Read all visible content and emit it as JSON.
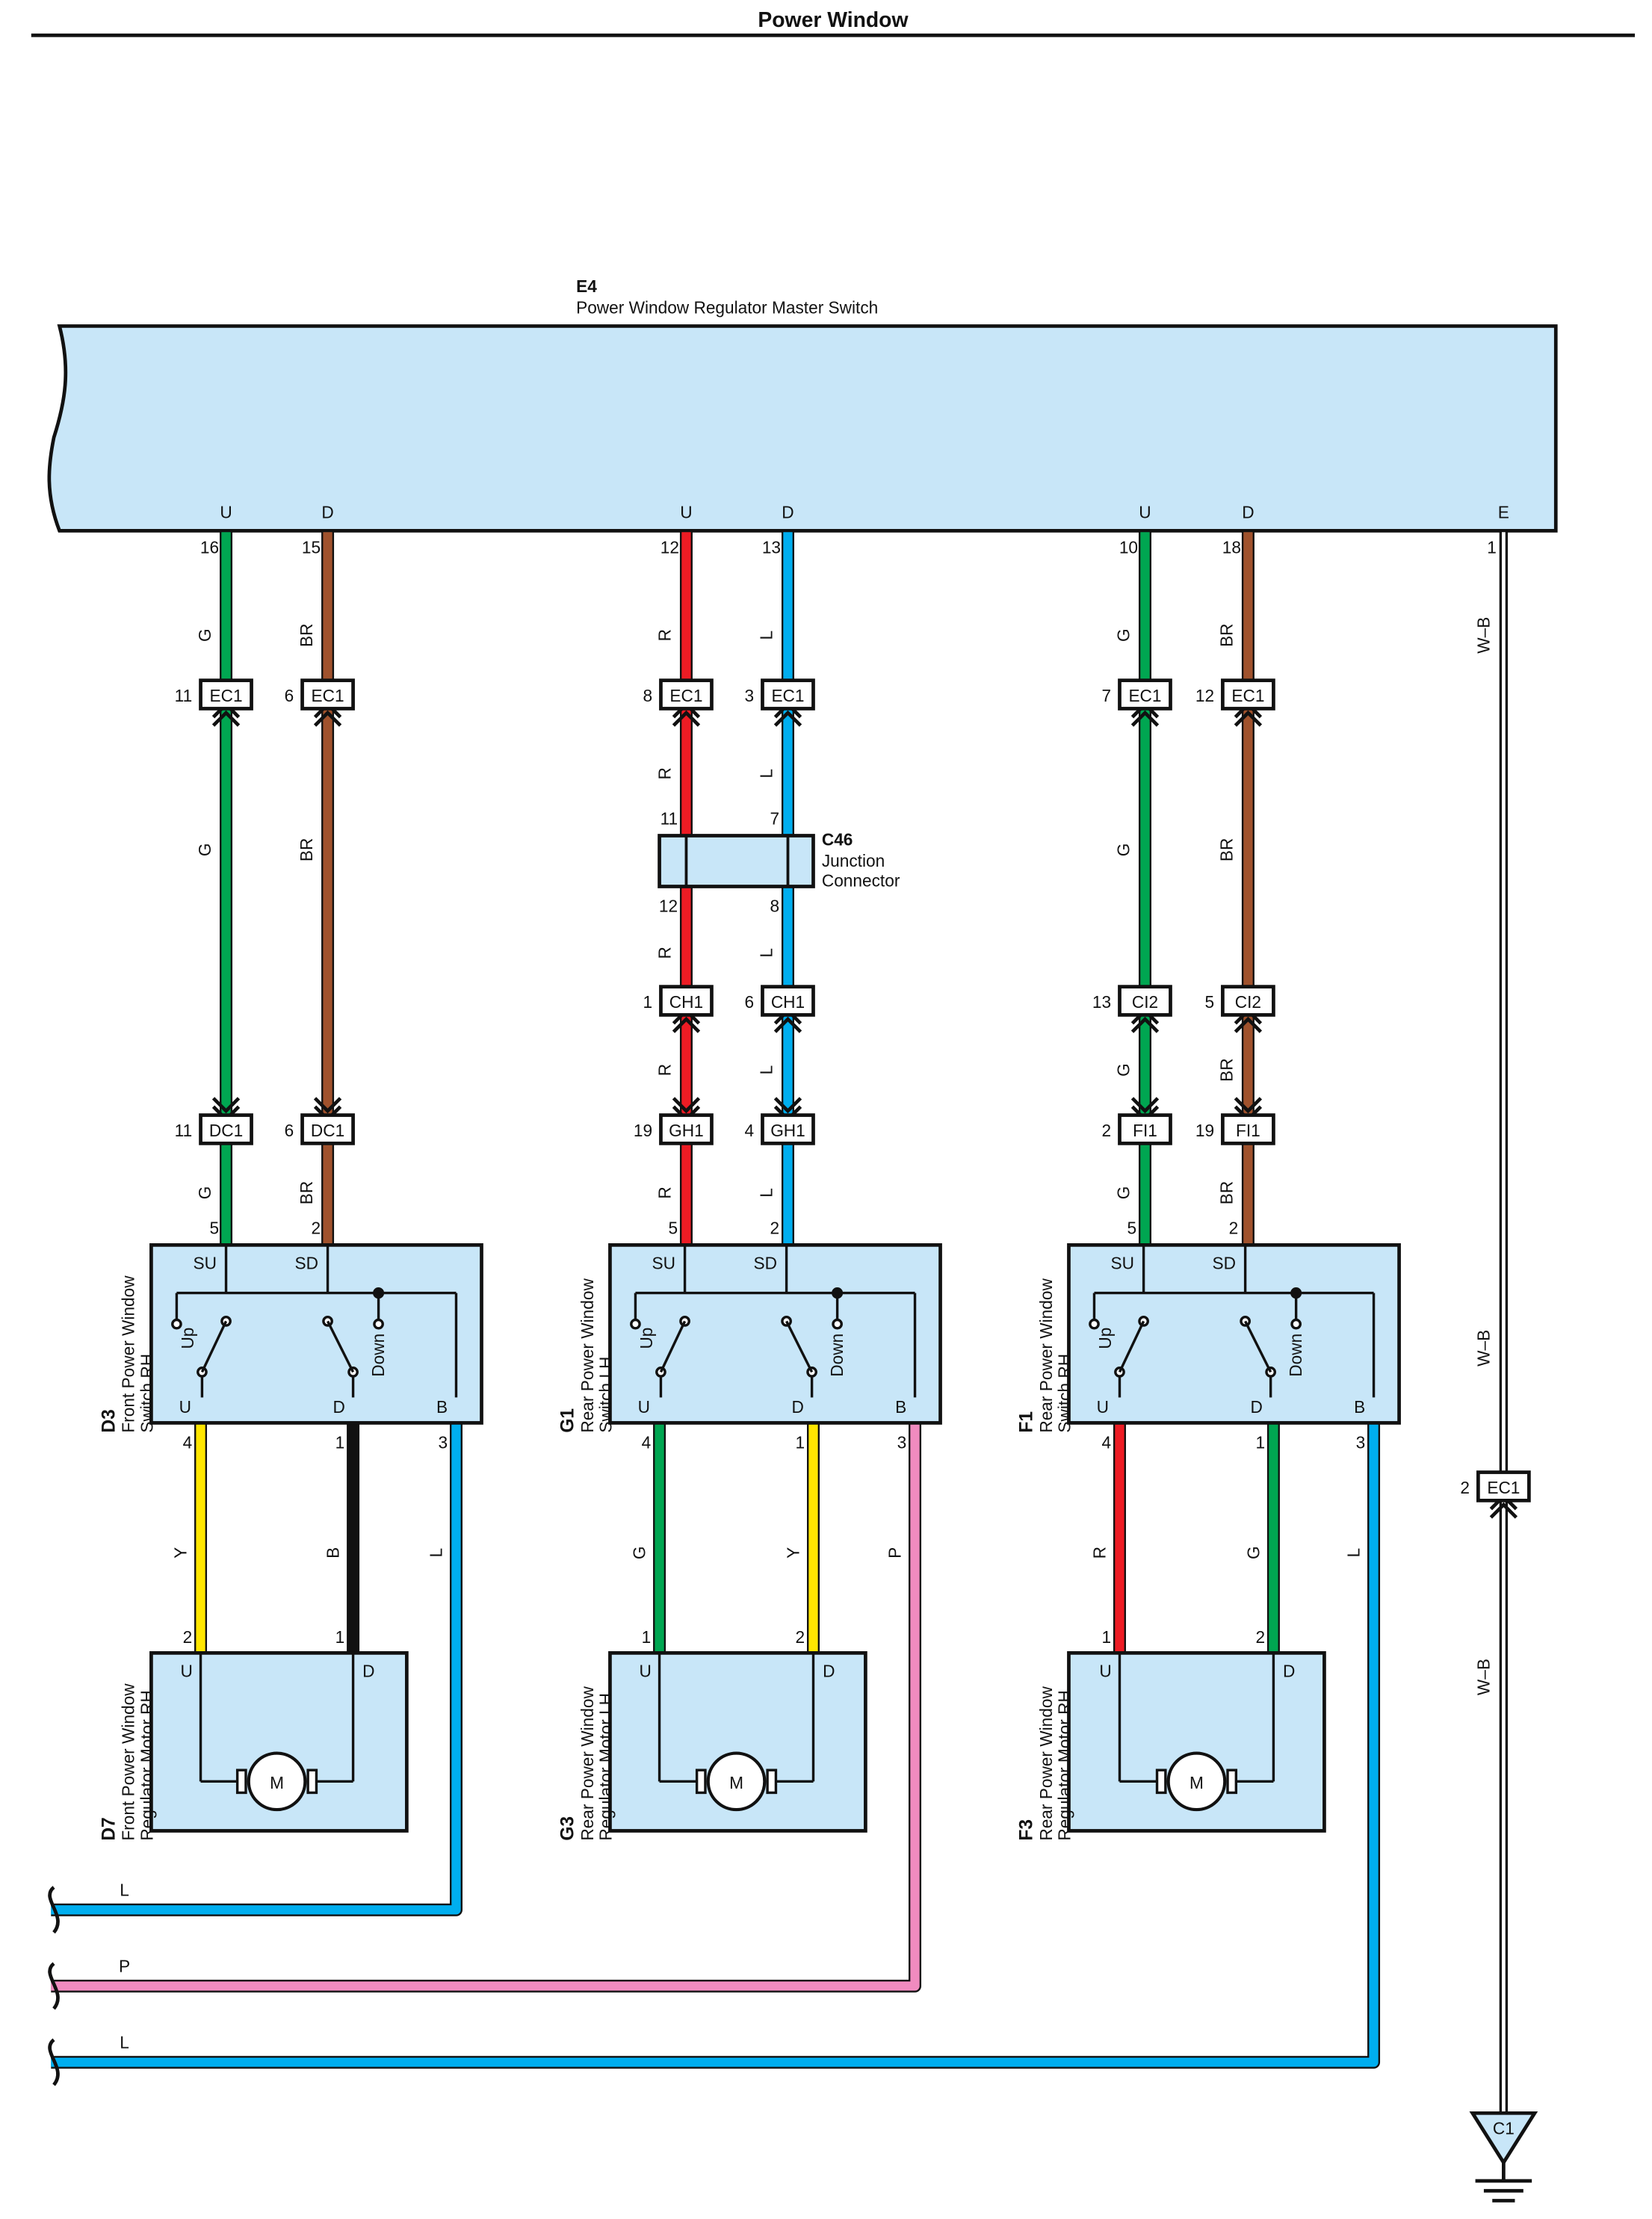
{
  "page": {
    "title": "Power Window"
  },
  "colors": {
    "G": "#00a651",
    "BR": "#a0522d",
    "R": "#ed1c24",
    "L": "#00aeef",
    "Y": "#ffe600",
    "B": "#111111",
    "P": "#f08bbf",
    "WB": "#ffffff",
    "component_fill": "#c8e6f8",
    "outline": "#111111"
  },
  "master": {
    "id": "E4",
    "name": "Power Window Regulator Master Switch",
    "pin_labels": [
      "U",
      "D",
      "U",
      "D",
      "U",
      "D",
      "E"
    ],
    "pins": [
      "16",
      "15",
      "12",
      "13",
      "10",
      "18",
      "1"
    ]
  },
  "wires": [
    {
      "color": "G",
      "code": "G",
      "labels": [
        "G",
        "G",
        "G"
      ]
    },
    {
      "color": "BR",
      "code": "BR",
      "labels": [
        "BR",
        "BR",
        "BR"
      ]
    },
    {
      "color": "R",
      "code": "R",
      "labels": [
        "R",
        "R",
        "R",
        "R",
        "R"
      ]
    },
    {
      "color": "L",
      "code": "L",
      "labels": [
        "L",
        "L",
        "L",
        "L",
        "L"
      ]
    },
    {
      "color": "G",
      "code": "G",
      "labels": [
        "G",
        "G",
        "G",
        "G"
      ]
    },
    {
      "color": "BR",
      "code": "BR",
      "labels": [
        "BR",
        "BR",
        "BR",
        "BR"
      ]
    }
  ],
  "ground_wire": {
    "code": "W–B",
    "labels": [
      "W–B",
      "W–B",
      "W–B"
    ]
  },
  "connectors": [
    {
      "label": "EC1",
      "pin": "11"
    },
    {
      "label": "EC1",
      "pin": "6"
    },
    {
      "label": "EC1",
      "pin": "8"
    },
    {
      "label": "EC1",
      "pin": "3"
    },
    {
      "label": "EC1",
      "pin": "7"
    },
    {
      "label": "EC1",
      "pin": "12"
    },
    {
      "label": "DC1",
      "pin": "11"
    },
    {
      "label": "DC1",
      "pin": "6"
    },
    {
      "label": "CH1",
      "pin": "1"
    },
    {
      "label": "CH1",
      "pin": "6"
    },
    {
      "label": "GH1",
      "pin": "19"
    },
    {
      "label": "GH1",
      "pin": "4"
    },
    {
      "label": "CI2",
      "pin": "13"
    },
    {
      "label": "CI2",
      "pin": "5"
    },
    {
      "label": "FI1",
      "pin": "2"
    },
    {
      "label": "FI1",
      "pin": "19"
    },
    {
      "label": "EC1",
      "pin": "2"
    }
  ],
  "junction": {
    "id": "C46",
    "name_line1": "Junction",
    "name_line2": "Connector",
    "pins_top": [
      "11",
      "7"
    ],
    "pins_bottom": [
      "12",
      "8"
    ]
  },
  "switches": [
    {
      "id": "D3",
      "name_line1": "Front Power Window",
      "name_line2": "Switch RH",
      "top_pins": [
        "5",
        "2"
      ],
      "top_labels": [
        "SU",
        "SD"
      ],
      "bottom_labels": [
        "U",
        "D",
        "B"
      ],
      "bottom_pins": [
        "4",
        "1",
        "3"
      ],
      "up": "Up",
      "down": "Down"
    },
    {
      "id": "G1",
      "name_line1": "Rear Power Window",
      "name_line2": "Switch LH",
      "top_pins": [
        "5",
        "2"
      ],
      "top_labels": [
        "SU",
        "SD"
      ],
      "bottom_labels": [
        "U",
        "D",
        "B"
      ],
      "bottom_pins": [
        "4",
        "1",
        "3"
      ],
      "up": "Up",
      "down": "Down"
    },
    {
      "id": "F1",
      "name_line1": "Rear Power Window",
      "name_line2": "Switch RH",
      "top_pins": [
        "5",
        "2"
      ],
      "top_labels": [
        "SU",
        "SD"
      ],
      "bottom_labels": [
        "U",
        "D",
        "B"
      ],
      "bottom_pins": [
        "4",
        "1",
        "3"
      ],
      "up": "Up",
      "down": "Down"
    }
  ],
  "lower_wires": [
    [
      "Y",
      "B",
      "L"
    ],
    [
      "G",
      "Y",
      "P"
    ],
    [
      "R",
      "G",
      "L"
    ]
  ],
  "motors": [
    {
      "id": "D7",
      "name_line1": "Front Power Window",
      "name_line2": "Regulator Motor RH",
      "pins": [
        "2",
        "1"
      ],
      "labels": [
        "U",
        "D"
      ],
      "symbol": "M"
    },
    {
      "id": "G3",
      "name_line1": "Rear Power Window",
      "name_line2": "Regulator Motor LH",
      "pins": [
        "1",
        "2"
      ],
      "labels": [
        "U",
        "D"
      ],
      "symbol": "M"
    },
    {
      "id": "F3",
      "name_line1": "Rear Power Window",
      "name_line2": "Regulator Motor RH",
      "pins": [
        "1",
        "2"
      ],
      "labels": [
        "U",
        "D"
      ],
      "symbol": "M"
    }
  ],
  "return_wires": [
    "L",
    "P",
    "L"
  ],
  "ground": {
    "label": "C1"
  }
}
